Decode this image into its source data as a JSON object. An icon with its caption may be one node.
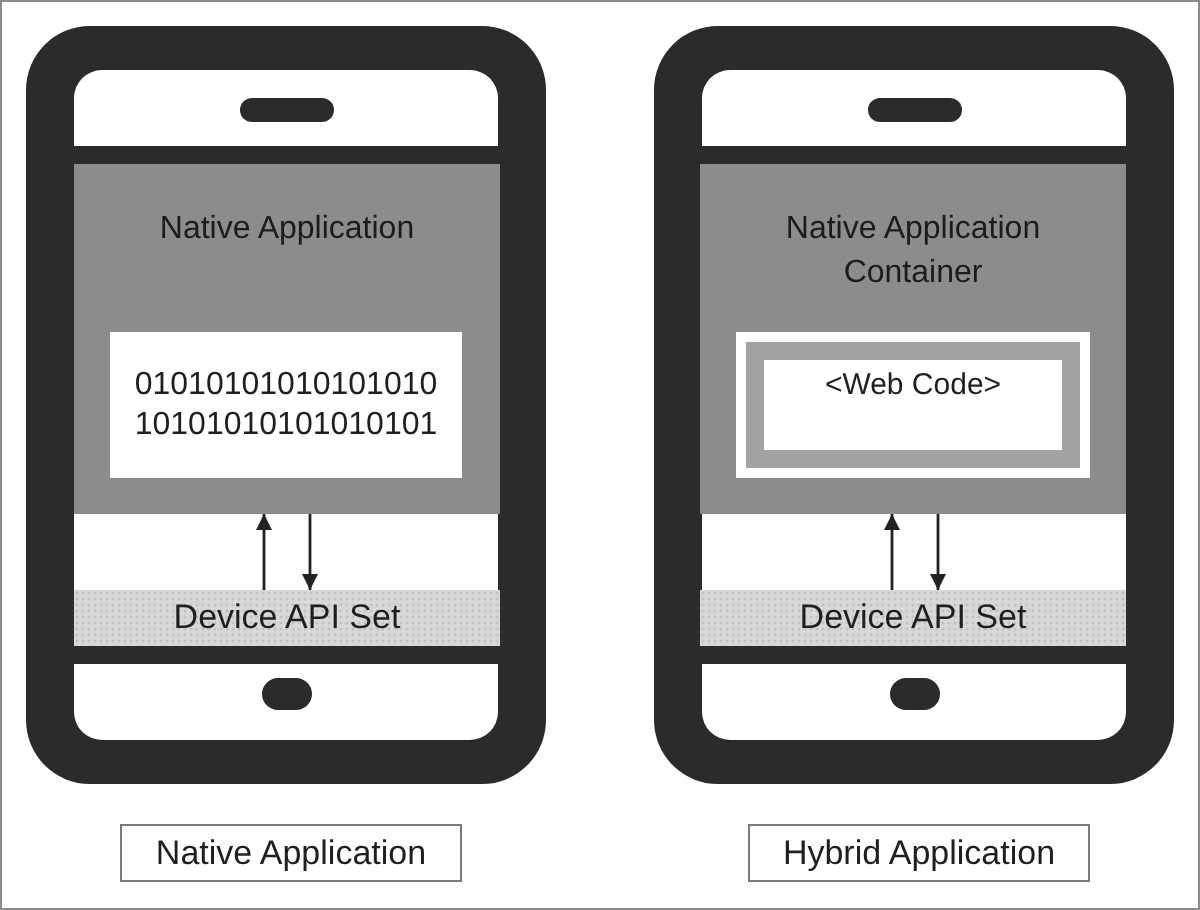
{
  "diagram": {
    "nodes": [
      {
        "text": [],
        "shape": "phone"
      },
      {
        "text": [
          "Native Application"
        ],
        "in": 0
      },
      {
        "text": [
          "01010101010101010 10101010101010101"
        ],
        "in": 1
      },
      {
        "text": [
          "Device API Set"
        ],
        "in": 0
      },
      {
        "text": [
          "Native Application"
        ]
      },
      {
        "text": [],
        "shape": "phone"
      },
      {
        "text": [
          "Native Application Container"
        ],
        "in": 5
      },
      {
        "text": [
          "<Web Code>"
        ],
        "in": 6
      },
      {
        "text": [
          "Device API Set"
        ],
        "in": 5
      },
      {
        "text": [
          "Hybrid Application"
        ]
      }
    ],
    "edges": [
      {
        "from": 3,
        "to": 1,
        "arrow": "to"
      },
      {
        "from": 1,
        "to": 3,
        "arrow": "to"
      },
      {
        "from": 8,
        "to": 6,
        "arrow": "to"
      },
      {
        "from": 6,
        "to": 8,
        "arrow": "to"
      }
    ]
  }
}
